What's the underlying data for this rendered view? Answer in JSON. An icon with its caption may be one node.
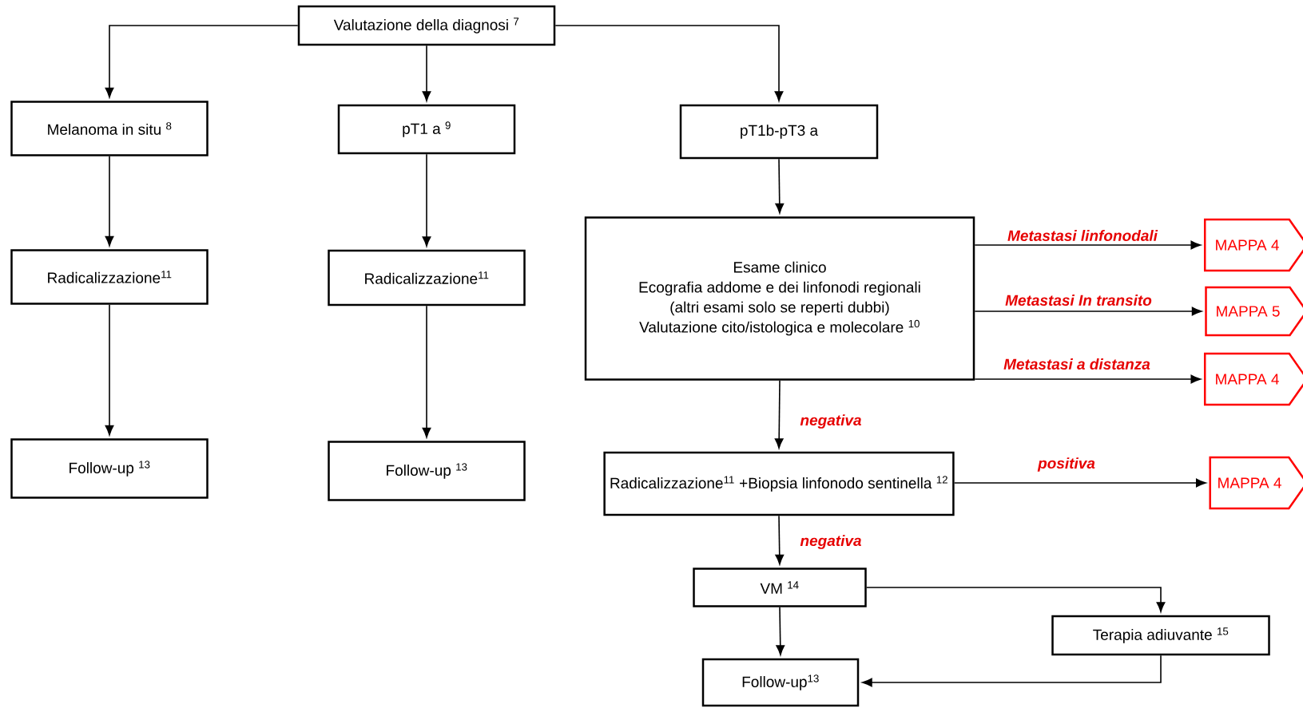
{
  "diagram": {
    "nodes": [
      {
        "text": [
          "Valutazione della diagnosi $^{7}$"
        ]
      },
      {
        "text": [
          "Melanoma in situ $^{8}$"
        ]
      },
      {
        "text": [
          "pT1 a $^{9}$"
        ]
      },
      {
        "text": [
          "pT1b-pT3 a"
        ]
      },
      {
        "text": [
          "Radicalizzazione$^{11}$"
        ]
      },
      {
        "text": [
          "Radicalizzazione$^{11}$"
        ]
      },
      {
        "text": [
          "Esame clinico",
          "Ecografia addome e dei linfonodi regionali",
          "(altri esami solo se reperti dubbi)",
          "Valutazione cito/istologica e molecolare $^{10}$"
        ]
      },
      {
        "text": [
          "MAPPA 4"
        ]
      },
      {
        "text": [
          "MAPPA 5"
        ]
      },
      {
        "text": [
          "MAPPA 4"
        ]
      },
      {
        "text": [
          "Follow-up $^{13}$"
        ]
      },
      {
        "text": [
          "Follow-up $^{13}$"
        ]
      },
      {
        "text": [
          "Radicalizzazione$^{11}$ +Biopsia linfonodo sentinella $^{12}$"
        ]
      },
      {
        "text": [
          "MAPPA 4"
        ]
      },
      {
        "text": [
          "VM $^{14}$"
        ]
      },
      {
        "text": [
          "Terapia adiuvante $^{15}$"
        ]
      },
      {
        "text": [
          "Follow-up$^{13}$"
        ]
      }
    ],
    "edges": [
      {
        "from": 0,
        "to": 1,
        "arrow": "to"
      },
      {
        "from": 0,
        "to": 2,
        "arrow": "to"
      },
      {
        "from": 0,
        "to": 3,
        "arrow": "to"
      },
      {
        "from": 1,
        "to": 4,
        "arrow": "to"
      },
      {
        "from": 4,
        "to": 10,
        "arrow": "to"
      },
      {
        "from": 2,
        "to": 5,
        "arrow": "to"
      },
      {
        "from": 5,
        "to": 11,
        "arrow": "to"
      },
      {
        "from": 3,
        "to": 6,
        "arrow": "to"
      },
      {
        "from": 6,
        "to": 7,
        "arrow": "to",
        "label": "Metastasi linfonodali"
      },
      {
        "from": 6,
        "to": 8,
        "arrow": "to",
        "label": "Metastasi In transito"
      },
      {
        "from": 6,
        "to": 9,
        "arrow": "to",
        "label": "Metastasi a distanza"
      },
      {
        "from": 6,
        "to": 12,
        "arrow": "to",
        "label": "negativa"
      },
      {
        "from": 12,
        "to": 13,
        "arrow": "to",
        "label": "positiva"
      },
      {
        "from": 12,
        "to": 14,
        "arrow": "to",
        "label": "negativa"
      },
      {
        "from": 14,
        "to": 15,
        "arrow": "to"
      },
      {
        "from": 14,
        "to": 16,
        "arrow": "to"
      },
      {
        "from": 15,
        "to": 16,
        "arrow": "to"
      }
    ]
  }
}
